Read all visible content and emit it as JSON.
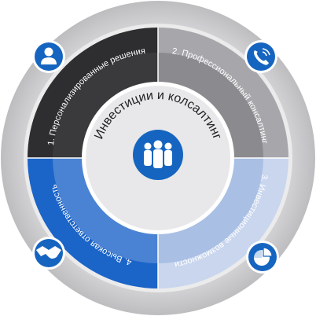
{
  "center": {
    "title": "Инвестиции и колсалтинг",
    "icon": "team-icon",
    "icon_color": "#1565c0"
  },
  "segments": [
    {
      "label": "1. Персонализированные решения",
      "color_outer": "#2e2e30",
      "color_inner": "#3a3a3c",
      "text_color": "#ffffff",
      "icon": "user-icon"
    },
    {
      "label": "2. Профессиональный консалтинг",
      "color_outer": "#a7a7ab",
      "color_inner": "#8b8b8f",
      "text_color": "#ffffff",
      "icon": "phone-icon"
    },
    {
      "label": "3. Инвестиционные возможности",
      "color_outer": "#c9d6ee",
      "color_inner": "#a9bfe4",
      "text_color": "#ffffff",
      "icon": "pie-chart-icon"
    },
    {
      "label": "4. Высокая ответственность",
      "color_outer": "#1b64c8",
      "color_inner": "#4a83d3",
      "text_color": "#ffffff",
      "icon": "handshake-icon"
    }
  ],
  "colors": {
    "outer_ring": "#c8c8ca",
    "center_fill": "#e8e8ea",
    "icon_blue": "#1565c0"
  }
}
